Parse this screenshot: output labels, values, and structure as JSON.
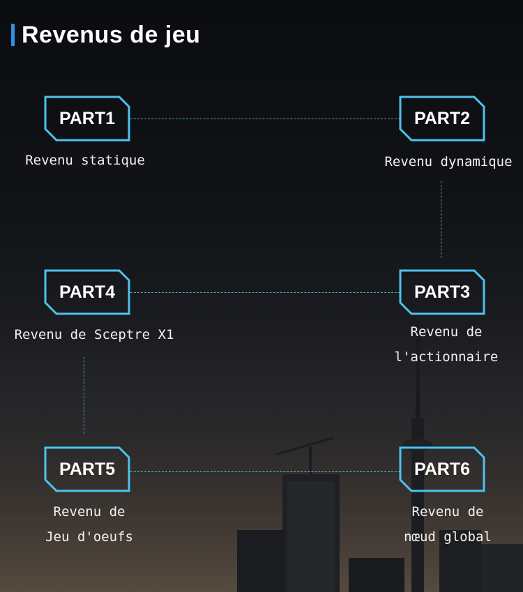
{
  "title": "Revenus de jeu",
  "colors": {
    "accent": "#2f8fe0",
    "frame": "#4cc3ee",
    "connector": "#4ea7c9"
  },
  "parts": [
    {
      "id": "part1",
      "label": "PART1",
      "caption": [
        "Revenu statique"
      ]
    },
    {
      "id": "part2",
      "label": "PART2",
      "caption": [
        "Revenu dynamique"
      ]
    },
    {
      "id": "part3",
      "label": "PART3",
      "caption": [
        "Revenu de",
        "l'actionnaire"
      ]
    },
    {
      "id": "part4",
      "label": "PART4",
      "caption": [
        "Revenu de Sceptre X1"
      ]
    },
    {
      "id": "part5",
      "label": "PART5",
      "caption": [
        "Revenu de",
        "Jeu d'oeufs"
      ]
    },
    {
      "id": "part6",
      "label": "PART6",
      "caption": [
        "Revenu de",
        "nœud global"
      ]
    }
  ]
}
